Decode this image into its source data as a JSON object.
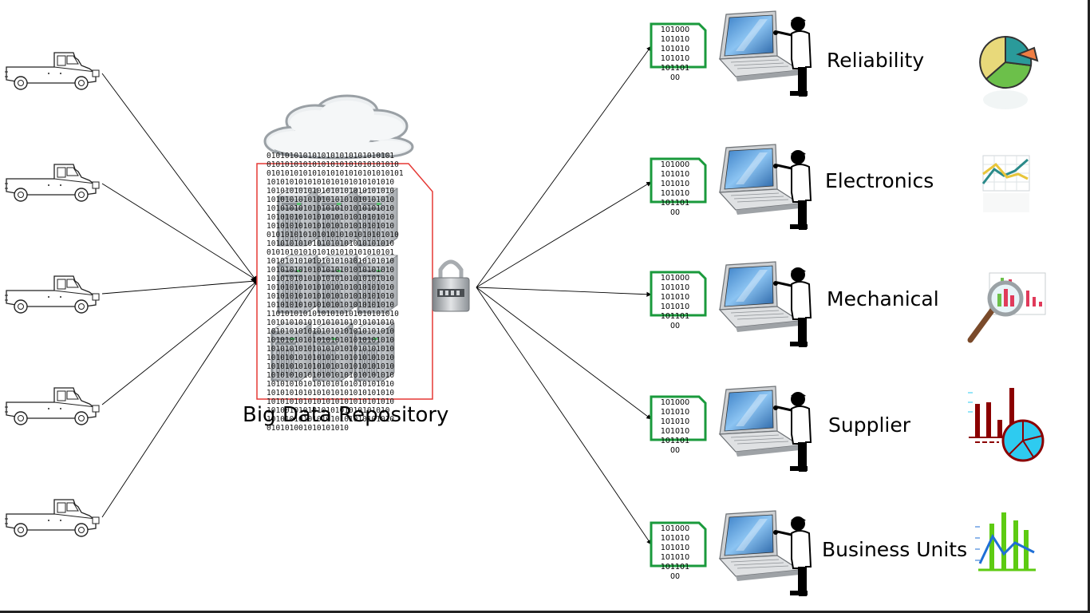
{
  "repository": {
    "label": "Big Data Repository",
    "binary_text": "0101010101010101010101010101\n01010101010101010101010101010\n010101010101010101010101010101\n1010101010101010101010101010\n1010101010101010101010101010\n1010101010101010101010101010\n1010101010101010101010101010\n1010101010101010101010101010\n1010101010101010101010101010\n01010101010101010101010101010\n1010101010101010101010101010\n0101010101010101010101010101\n1010101010101010101010101010\n1010101010101010101010101010\n1010101010101010101010101010\n1010101010101010101010101010\n1010101010101010101010101010\n1010101010101010101010101010\n11010101010101010101010101010\n1010101010101010101010101010\n1010101010101010101010101010\n1010101010101010101010101010\n1010101010101010101010101010\n1010101010101010101010101010\n1010101010101010101010101010\n1010101010101010101010101010\n1010101010101010101010101010\n1010101010101010101010101010\n1010101010101010101010101010\n101001010101010101010101010\n1010101010101010101010101010\n010101001010101010"
  },
  "data_file_text": [
    "101000",
    "101010",
    "101010",
    "101010",
    "101101",
    "00"
  ],
  "departments": [
    {
      "label": "Reliability",
      "icon": "pie-chart-icon"
    },
    {
      "label": "Electronics",
      "icon": "line-graph-icon"
    },
    {
      "label": "Mechanical",
      "icon": "magnifier-chart-icon"
    },
    {
      "label": "Supplier",
      "icon": "bar-pie-chart-icon"
    },
    {
      "label": "Business Units",
      "icon": "bar-line-chart-icon"
    }
  ],
  "colors": {
    "repository_border": "#e53935",
    "data_file_border": "#1a9a3c",
    "pie_yellow": "#e8d97a",
    "pie_teal": "#2a9a9a",
    "pie_green": "#6cc04a",
    "pie_orange": "#ef7d43",
    "supplier_red": "#8b0000",
    "supplier_blue": "#2ecbf0",
    "business_green": "#5ecb12",
    "business_blue": "#1f6fd6"
  }
}
